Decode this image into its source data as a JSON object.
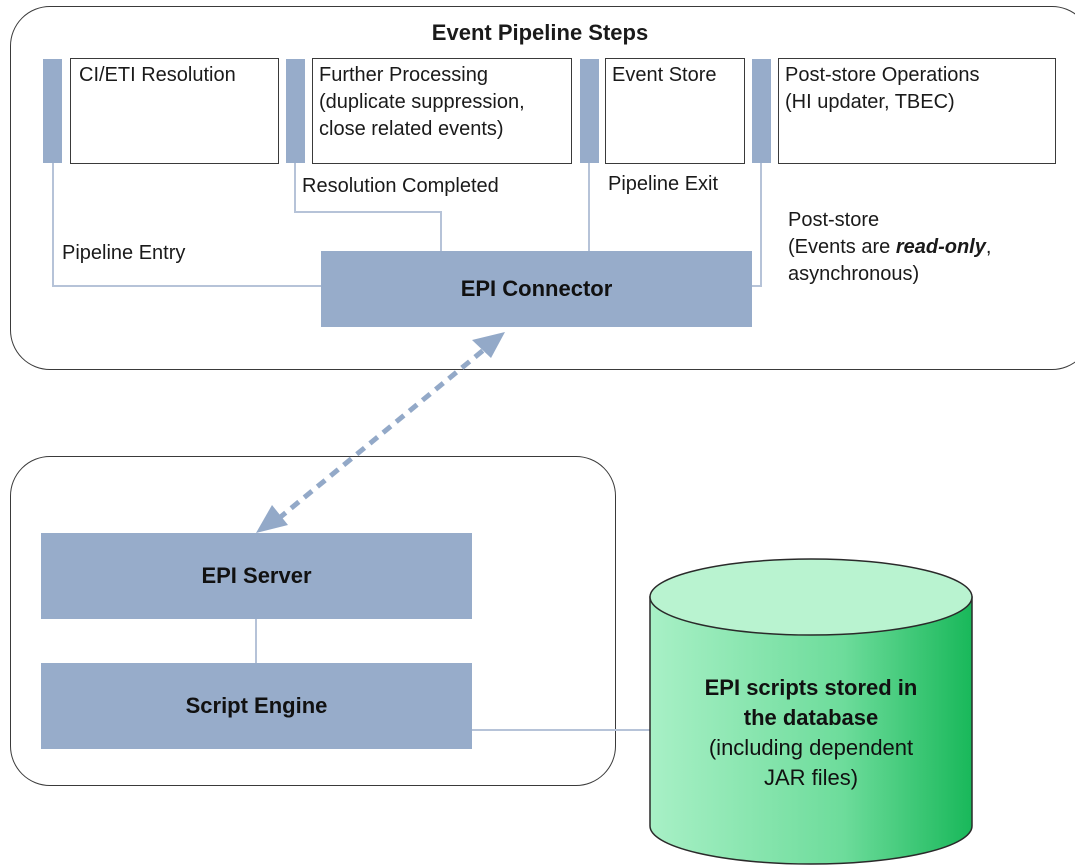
{
  "title": "Event Pipeline Steps",
  "steps": [
    {
      "lines": [
        "CI/ETI Resolution"
      ]
    },
    {
      "lines": [
        "Further Processing",
        "(duplicate suppression,",
        "close related events)"
      ]
    },
    {
      "lines": [
        "Event Store"
      ]
    },
    {
      "lines": [
        "Post-store Operations",
        "(HI updater, TBEC)"
      ]
    }
  ],
  "labels": {
    "resolution_completed": "Resolution Completed",
    "pipeline_exit": "Pipeline Exit",
    "pipeline_entry": "Pipeline Entry",
    "post_store_1": "Post-store",
    "post_store_2_pre": "(Events are ",
    "post_store_2_em": "read-only",
    "post_store_2_post": ",",
    "post_store_3": "asynchronous)"
  },
  "boxes": {
    "connector": "EPI Connector",
    "server": "EPI Server",
    "engine": "Script Engine"
  },
  "database": {
    "line1": "EPI scripts stored in",
    "line2": "the database",
    "line3": "(including dependent",
    "line4": "JAR files)"
  },
  "colors": {
    "box_fill": "#97acca",
    "connector_line": "#b6c3d8",
    "arrow": "#93a9c8",
    "db_fill": "#7de0a8",
    "db_top": "#b9f3d0"
  }
}
